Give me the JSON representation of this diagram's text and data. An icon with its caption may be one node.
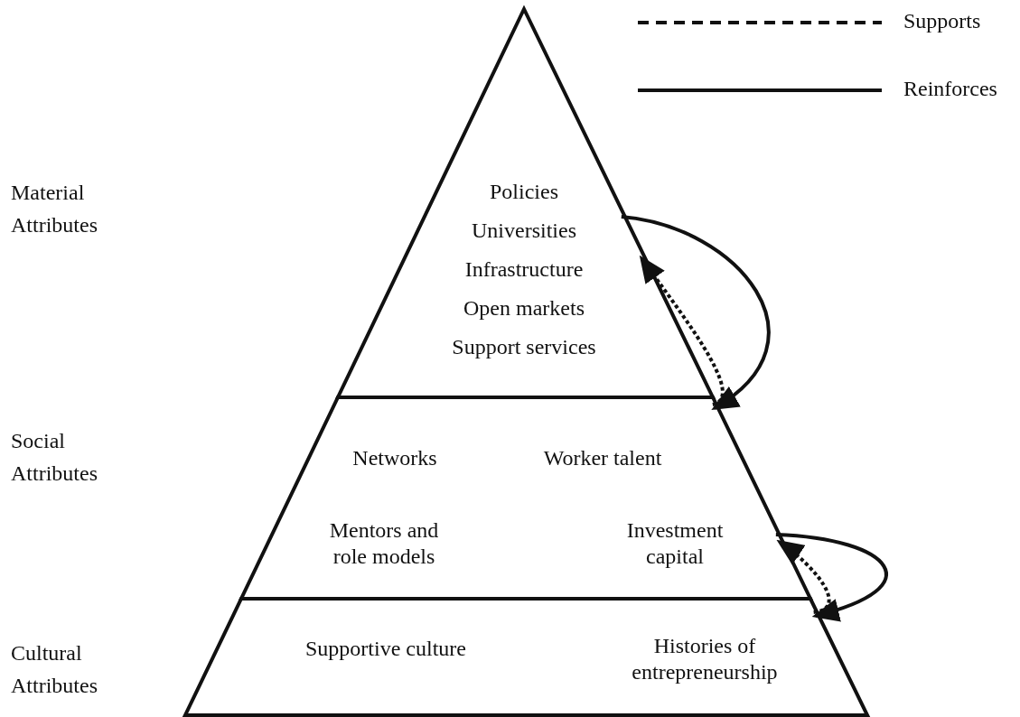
{
  "diagram": {
    "nodes": [
      {
        "text": [
          "Policies",
          "Universities",
          "Infrastructure",
          "Open markets",
          "Support services"
        ]
      },
      {
        "text": [
          "Networks",
          "Worker talent",
          "Mentors and role models",
          "Investment capital"
        ]
      },
      {
        "text": [
          "Supportive culture",
          "Histories of entrepreneurship"
        ]
      }
    ],
    "edges": [
      {
        "from": 0,
        "to": 1,
        "arrow": "to"
      },
      {
        "from": 1,
        "to": 0,
        "arrow": "to",
        "style": "dashed"
      },
      {
        "from": 1,
        "to": 2,
        "arrow": "to"
      },
      {
        "from": 2,
        "to": 1,
        "arrow": "to",
        "style": "dashed"
      }
    ],
    "labels": [
      "Material Attributes",
      "Social Attributes",
      "Cultural Attributes"
    ],
    "legend": [
      {
        "text": "Supports"
      },
      {
        "text": "Reinforces"
      }
    ]
  }
}
